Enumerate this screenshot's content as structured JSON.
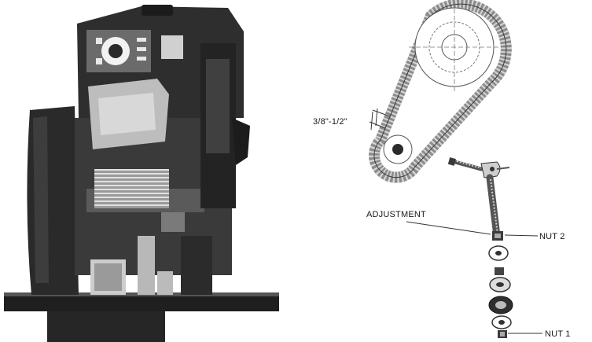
{
  "labels": {
    "chain_slack": "3/8\"-1/2\"",
    "adjustment": "ADJUSTMENT",
    "nut_2": "NUT 2",
    "nut_1": "NUT 1"
  },
  "colors": {
    "engine_dark": "#2b2b2b",
    "engine_mid": "#6e6e6e",
    "engine_light": "#cfcfcf",
    "line": "#333333"
  }
}
